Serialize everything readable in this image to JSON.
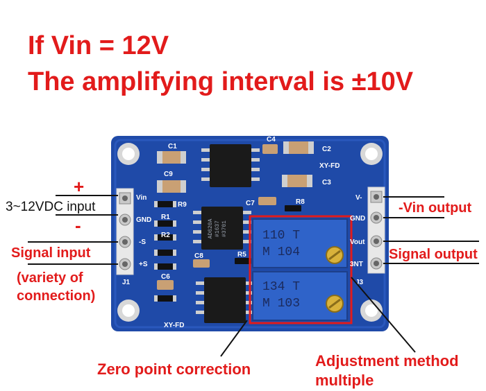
{
  "headline": {
    "line1": "If Vin = 12V",
    "line2": "The amplifying interval is ±10V"
  },
  "annotations": {
    "plus_sign": "+",
    "minus_sign": "-",
    "supply": "3~12VDC input",
    "signal_input": "Signal input",
    "variety_line1": "(variety of",
    "variety_line2": "connection)",
    "neg_vin_output": "-Vin output",
    "signal_output": "Signal output",
    "zero_point": "Zero point correction",
    "adjust_line1": "Adjustment method",
    "adjust_line2": "multiple"
  },
  "board": {
    "left_pins": [
      "Vin",
      "GND",
      "-S",
      "+S"
    ],
    "right_pins": [
      "V-",
      "GND",
      "Vout",
      "3NT"
    ],
    "left_header": "J1",
    "right_header": "J3",
    "labels": {
      "c1": "C1",
      "c2": "C2",
      "c3": "C3",
      "c4": "C4",
      "c6": "C6",
      "c7": "C7",
      "c8": "C8",
      "c9": "C9",
      "r1": "R1",
      "r2": "R2",
      "r5": "R5",
      "r8": "R8",
      "r9": "R9",
      "model_top": "XY-FD",
      "model_bottom": "XY-FD"
    },
    "chip_marking": [
      "AD620A",
      "#1637",
      "#3701"
    ],
    "pot_top": [
      "110 T",
      "M 104"
    ],
    "pot_bottom": [
      "134 T",
      "M 103"
    ]
  },
  "colors": {
    "accent_red": "#e21b1b",
    "pcb_blue": "#1f4aa8",
    "pot_blue": "#2f63c9"
  }
}
